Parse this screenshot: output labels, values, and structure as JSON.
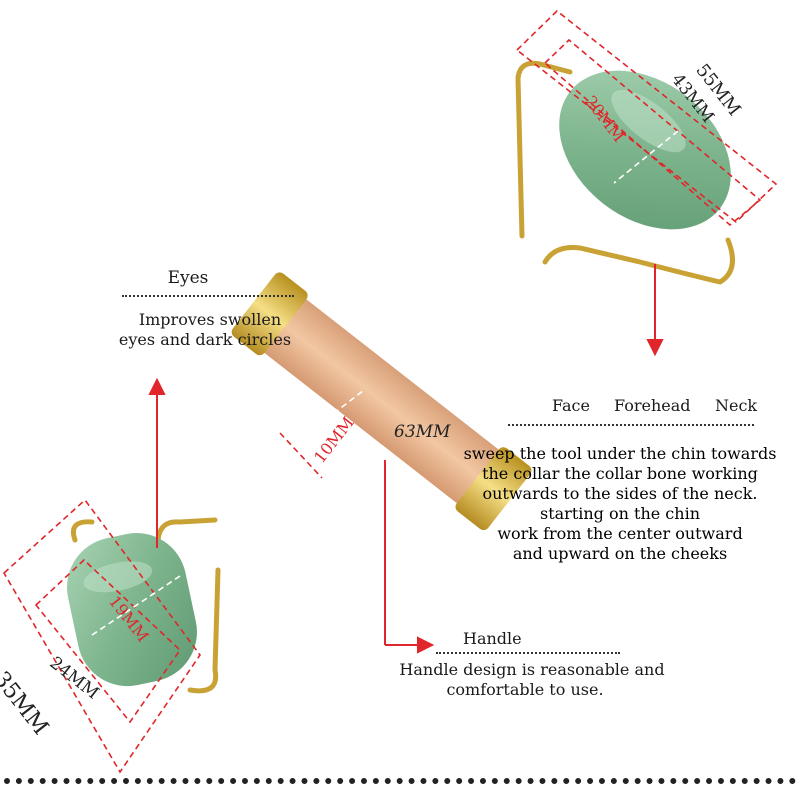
{
  "eyes": {
    "title": "Eyes",
    "desc_line1": "Improves swollen",
    "desc_line2": "eyes and dark circles"
  },
  "face": {
    "title_face": "Face",
    "title_forehead": "Forehead",
    "title_neck": "Neck",
    "lines": [
      "sweep the tool under the chin towards",
      "the collar the collar bone working",
      "outwards to the sides of the neck.",
      "starting on the chin",
      "work from the center outward",
      "and upward on the cheeks"
    ]
  },
  "handle": {
    "title": "Handle",
    "desc_line1": "Handle design is reasonable and",
    "desc_line2": "comfortable to use."
  },
  "dimensions": {
    "large_outer": "55MM",
    "large_inner": "43MM",
    "large_diameter": "20MM",
    "handle_width": "10MM",
    "handle_length": "63MM",
    "small_diameter": "19MM",
    "small_inner": "24MM",
    "small_outer": "35MM"
  },
  "colors": {
    "jade": "#86b995",
    "wood": "#e9b58f",
    "gold": "#d6b23e",
    "annotation_red": "#e0262a"
  }
}
